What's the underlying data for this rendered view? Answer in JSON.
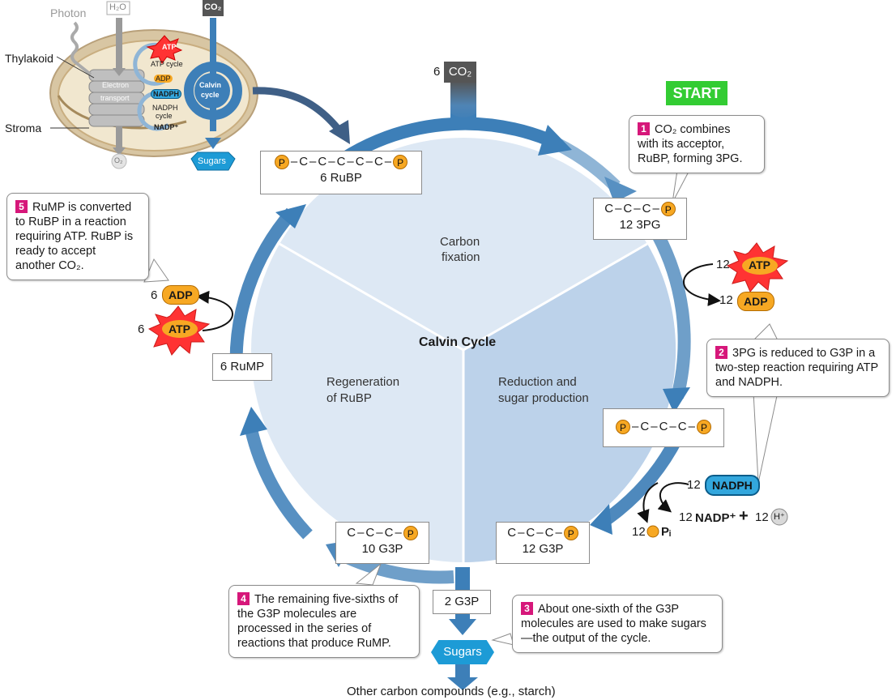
{
  "chloroplast": {
    "photon": "Photon",
    "h2o": "H₂O",
    "co2": "CO₂",
    "thylakoid": "Thylakoid",
    "stroma": "Stroma",
    "atp": "ATP",
    "atp_cycle": "ATP cycle",
    "adp": "ADP",
    "nadph": "NADPH",
    "nadph_cycle_1": "NADPH",
    "nadph_cycle_2": "cycle",
    "nadp": "NADP⁺",
    "electron": "Electron",
    "transport": "transport",
    "calvin_1": "Calvin",
    "calvin_2": "cycle",
    "o2": "O₂",
    "sugars": "Sugars"
  },
  "start": "START",
  "center_title": "Calvin Cycle",
  "sections": {
    "fixation_1": "Carbon",
    "fixation_2": "fixation",
    "regen_1": "Regeneration",
    "regen_2": "of RuBP",
    "reduction_1": "Reduction and",
    "reduction_2": "sugar production"
  },
  "inputs": {
    "co2_count": "6",
    "co2": "CO₂"
  },
  "molecules": {
    "rubp": "6 RuBP",
    "pg3": "12 3PG",
    "g3p12": "12 G3P",
    "g3p10": "10 G3P",
    "rump": "6 RuMP",
    "g3p2": "2 G3P"
  },
  "chains": {
    "c": "C",
    "p": "P"
  },
  "cofactors": {
    "atp12_count": "12",
    "atp": "ATP",
    "adp12_count": "12",
    "adp": "ADP",
    "nadph12_count": "12",
    "nadph": "NADPH",
    "nadp12_count": "12",
    "nadp": "NADP⁺",
    "plus": "+",
    "h12_count": "12",
    "h": "H⁺",
    "pi12_count": "12",
    "pi": "Pᵢ",
    "adp6_count": "6",
    "atp6_count": "6"
  },
  "callouts": {
    "c1_num": "1",
    "c1": "CO₂ combines with its acceptor, RuBP, forming 3PG.",
    "c2_num": "2",
    "c2": "3PG is reduced to G3P in a two-step reaction requiring ATP and NADPH.",
    "c3_num": "3",
    "c3": "About one-sixth of the G3P molecules are used to make sugars—the output of the cycle.",
    "c4_num": "4",
    "c4": "The remaining five-sixths of the G3P molecules are processed in the series of reactions that produce RuMP.",
    "c5_num": "5",
    "c5": "RuMP is converted to RuBP in a reaction requiring ATP.  RuBP is ready to accept another CO₂."
  },
  "outputs": {
    "sugars": "Sugars",
    "other": "Other carbon compounds (e.g., starch)"
  },
  "colors": {
    "cycle_blue": "#3d7fb8",
    "circle_light": "#dde8f4",
    "circle_dark": "#bcd2ea",
    "magenta": "#d6177a",
    "orange": "#f7a823",
    "start_green": "#33cc33"
  }
}
